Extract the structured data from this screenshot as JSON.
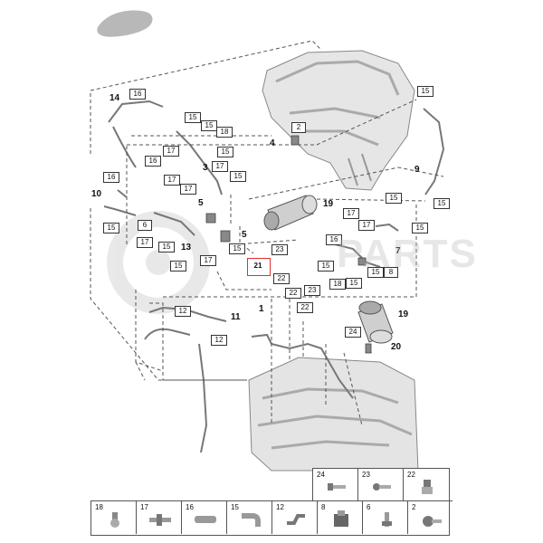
{
  "watermark": "PARTS",
  "callouts": {
    "c1": "1",
    "c3": "3",
    "c4": "4",
    "c5a": "5",
    "c5b": "5",
    "c7": "7",
    "c9": "9",
    "c10": "10",
    "c11": "11",
    "c13": "13",
    "c14": "14",
    "c19a": "19",
    "c19b": "19",
    "c20": "20"
  },
  "boxes": {
    "b2": "2",
    "b6": "6",
    "b8": "8",
    "b12a": "12",
    "b12b": "12",
    "b15a": "15",
    "b15b": "15",
    "b15c": "15",
    "b15d": "15",
    "b15e": "15",
    "b15f": "15",
    "b15g": "15",
    "b15h": "15",
    "b15i": "15",
    "b15j": "15",
    "b15k": "15",
    "b15l": "15",
    "b15m": "15",
    "b15n": "15",
    "b15o": "15",
    "b16a": "16",
    "b16b": "16",
    "b16c": "16",
    "b16d": "16",
    "b17a": "17",
    "b17b": "17",
    "b17c": "17",
    "b17d": "17",
    "b17e": "17",
    "b17f": "17",
    "b17g": "17",
    "b17h": "17",
    "b18a": "18",
    "b18b": "18",
    "b21": "21",
    "b22a": "22",
    "b22b": "22",
    "b22c": "22",
    "b23a": "23",
    "b23b": "23",
    "b24": "24"
  },
  "legend_top": [
    "24",
    "23",
    "22"
  ],
  "legend_bottom": [
    "18",
    "17",
    "16",
    "15",
    "12",
    "8",
    "6",
    "2"
  ]
}
